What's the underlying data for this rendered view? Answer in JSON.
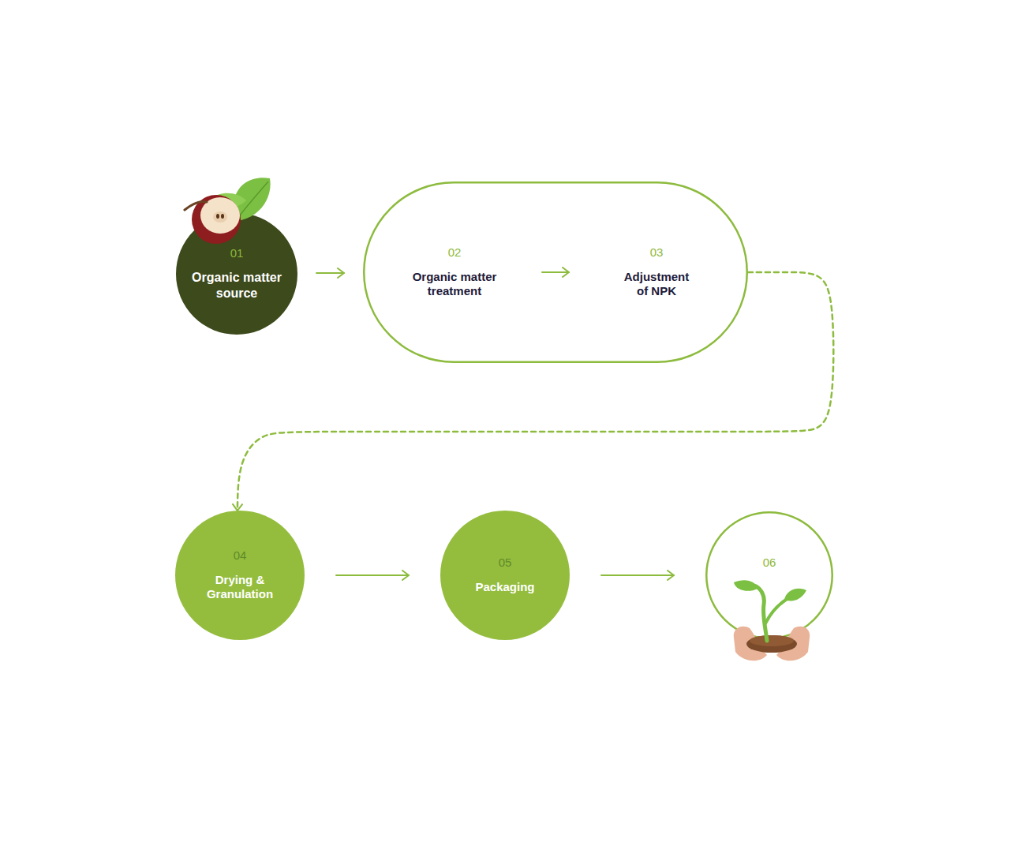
{
  "diagram": {
    "nodes": [
      {
        "text": [
          "01",
          "Organic matter source"
        ]
      },
      {
        "text": []
      },
      {
        "text": [
          "02",
          "Organic matter treatment"
        ],
        "in": 1
      },
      {
        "text": [
          "03",
          "Adjustment of NPK"
        ],
        "in": 1
      },
      {
        "text": [
          "04",
          "Drying & Granulation"
        ]
      },
      {
        "text": [
          "05",
          "Packaging"
        ]
      },
      {
        "text": [
          "06"
        ]
      }
    ],
    "edges": [
      {
        "from": 0,
        "to": 1,
        "arrow": "to"
      },
      {
        "from": 2,
        "to": 3,
        "arrow": "to"
      },
      {
        "from": 1,
        "to": 4,
        "arrow": "to"
      },
      {
        "from": 4,
        "to": 5,
        "arrow": "to"
      },
      {
        "from": 5,
        "to": 6,
        "arrow": "to"
      }
    ]
  }
}
